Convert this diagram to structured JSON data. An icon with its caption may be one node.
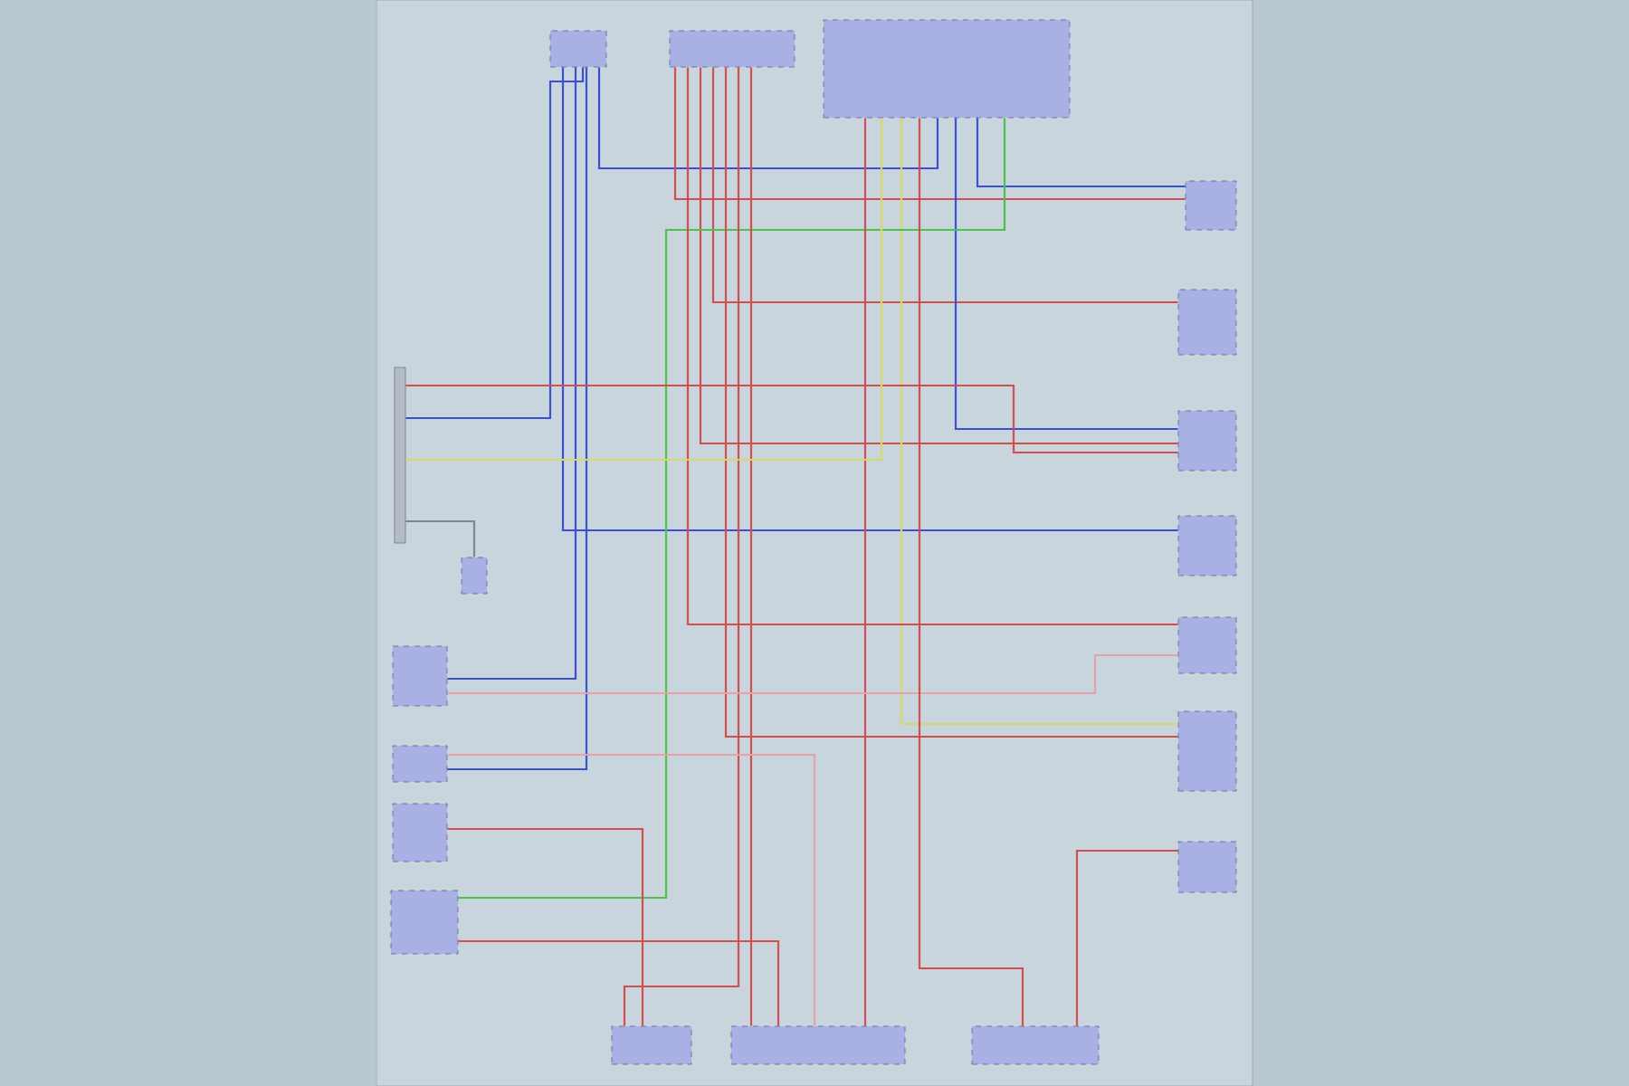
{
  "diagram": {
    "nodes": [
      {
        "text": [],
        "shape": "box"
      },
      {
        "text": [],
        "shape": "box"
      },
      {
        "text": [],
        "shape": "box"
      },
      {
        "text": [],
        "shape": "box"
      },
      {
        "text": [],
        "shape": "box"
      },
      {
        "text": [],
        "shape": "box"
      },
      {
        "text": [],
        "shape": "box"
      },
      {
        "text": [],
        "shape": "box"
      },
      {
        "text": [],
        "shape": "box"
      },
      {
        "text": [],
        "shape": "box"
      },
      {
        "text": [],
        "shape": "box"
      },
      {
        "text": [],
        "shape": "box"
      },
      {
        "text": [],
        "shape": "box"
      },
      {
        "text": [],
        "shape": "box"
      },
      {
        "text": [],
        "shape": "box"
      },
      {
        "text": [],
        "shape": "box"
      },
      {
        "text": [],
        "shape": "box"
      },
      {
        "text": [],
        "shape": "box"
      },
      {
        "text": [],
        "shape": "bar"
      }
    ],
    "edges": [
      {
        "from": 0,
        "to": 11,
        "arrow": "none",
        "color": "#3b4fd0"
      },
      {
        "from": 0,
        "to": 2,
        "arrow": "none",
        "color": "#3b4fd0"
      },
      {
        "from": 0,
        "to": 6,
        "arrow": "none",
        "color": "#3b4fd0"
      },
      {
        "from": 2,
        "to": 3,
        "arrow": "none",
        "color": "#3b4fd0"
      },
      {
        "from": 1,
        "to": 3,
        "arrow": "none"
      },
      {
        "from": 1,
        "to": 4,
        "arrow": "none"
      },
      {
        "from": 2,
        "to": 5,
        "arrow": "none",
        "color": "#3b4fd0"
      },
      {
        "from": 1,
        "to": 5,
        "arrow": "none"
      },
      {
        "from": 2,
        "to": 8,
        "arrow": "none",
        "color": "#d8d86a"
      },
      {
        "from": 2,
        "to": 14,
        "arrow": "none",
        "color": "#4cc24c"
      },
      {
        "from": 1,
        "to": 7,
        "arrow": "none"
      },
      {
        "from": 1,
        "to": 8,
        "arrow": "none"
      },
      {
        "from": 1,
        "to": 16,
        "arrow": "none"
      },
      {
        "from": 2,
        "to": 16,
        "arrow": "none"
      },
      {
        "from": 1,
        "to": 15,
        "arrow": "none"
      },
      {
        "from": 9,
        "to": 17,
        "arrow": "none"
      },
      {
        "from": 13,
        "to": 15,
        "arrow": "none"
      },
      {
        "from": 12,
        "to": 0,
        "arrow": "none",
        "color": "#3b4fd0"
      },
      {
        "from": 18,
        "to": 0,
        "arrow": "none",
        "color": "#3b4fd0"
      },
      {
        "from": 18,
        "to": 5,
        "arrow": "none"
      },
      {
        "from": 18,
        "to": 2,
        "arrow": "none",
        "color": "#d8d86a"
      },
      {
        "from": 18,
        "to": 10,
        "arrow": "none",
        "color": "#7f868c"
      },
      {
        "from": 14,
        "to": 16,
        "arrow": "none"
      },
      {
        "from": 11,
        "to": 7,
        "arrow": "none",
        "color": "#e2a3ab"
      },
      {
        "from": 12,
        "to": 16,
        "arrow": "none",
        "color": "#e2a3ab"
      },
      {
        "from": 2,
        "to": 17,
        "arrow": "none"
      }
    ]
  }
}
